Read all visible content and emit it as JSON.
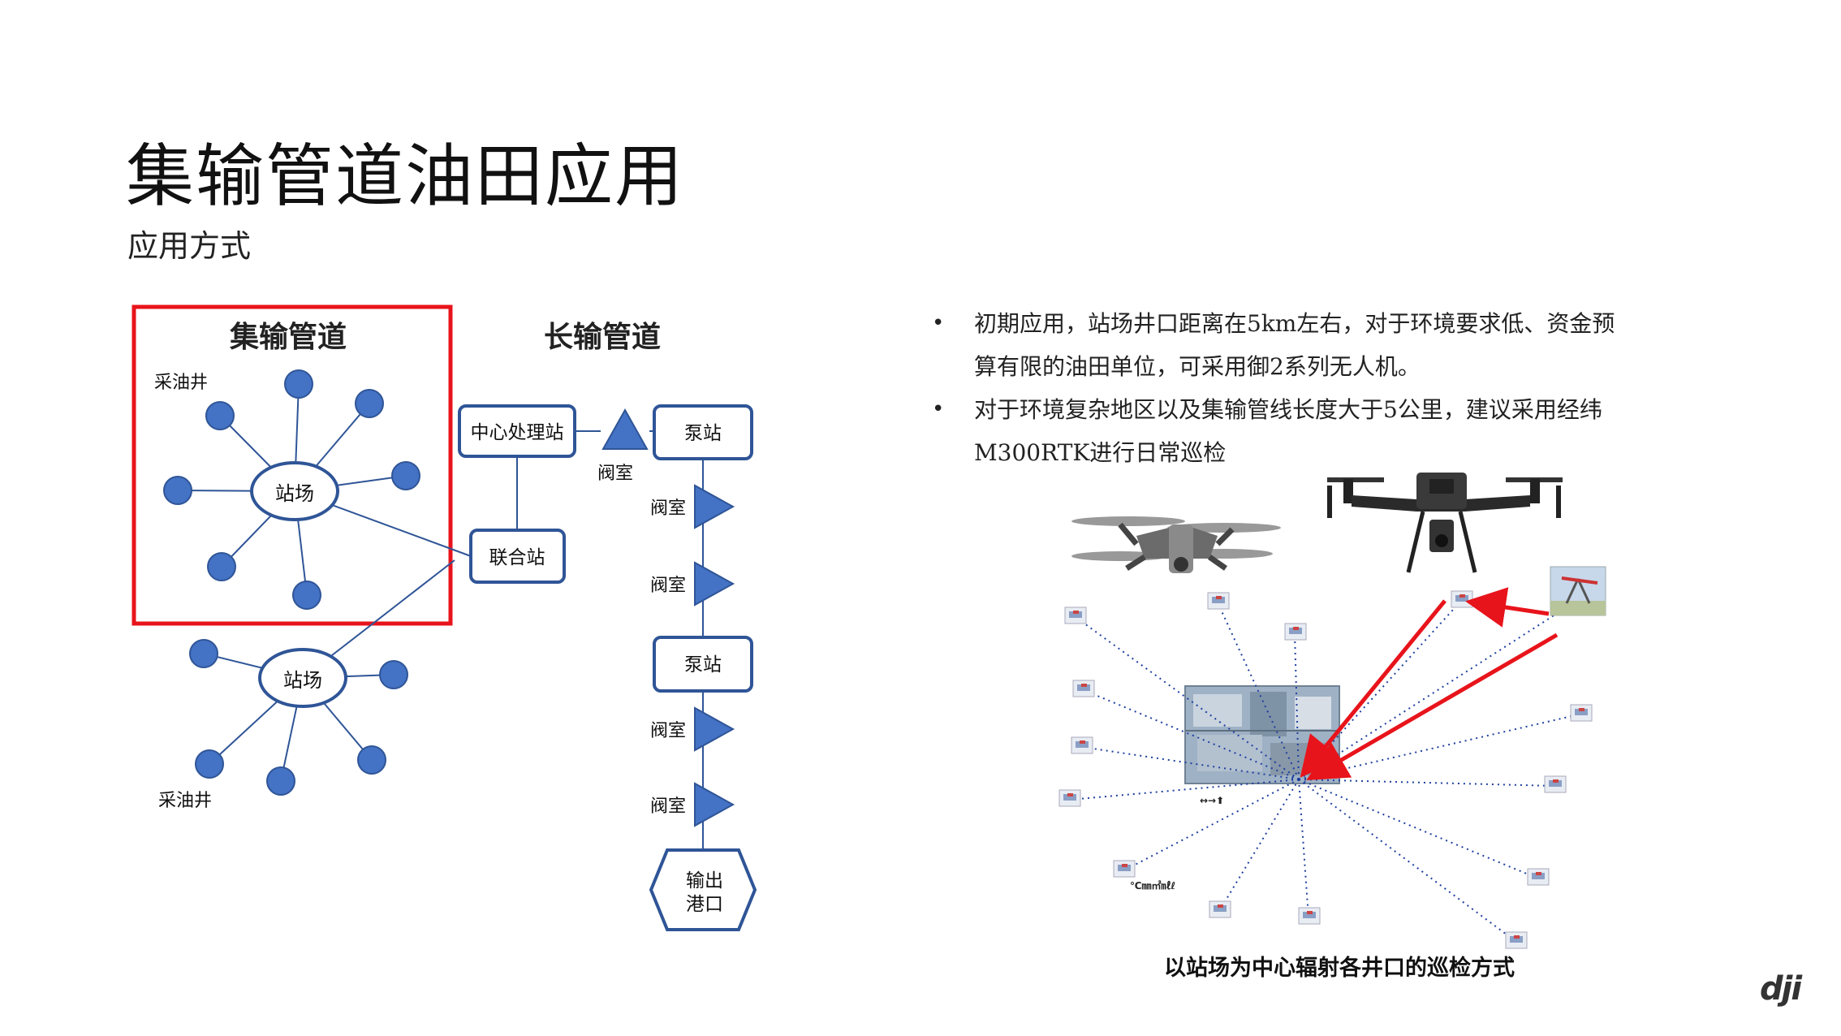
{
  "title": "集输管道油田应用",
  "subtitle": "应用方式",
  "left_diagram": {
    "gathering_title": "集输管道",
    "long_title": "长输管道",
    "well_label_top": "采油井",
    "well_label_bottom": "采油井",
    "station_top": "站场",
    "station_bottom": "站场",
    "central_station": "中心处理站",
    "joint_station": "联合站",
    "pump_station_1": "泵站",
    "pump_station_2": "泵站",
    "valve_top": "阀室",
    "valve_1": "阀室",
    "valve_2": "阀室",
    "valve_3": "阀室",
    "valve_4": "阀室",
    "port_line1": "输出",
    "port_line2": "港口",
    "highlight_color": "#e8141b",
    "node_color": "#4472c4",
    "line_color": "#2f5597"
  },
  "bullets": [
    {
      "line1": "初期应用，站场井口距离在5km左右，对于环境要求低、资金预",
      "line2": "算有限的油田单位，可采用御2系列无人机。"
    },
    {
      "line1": "对于环境复杂地区以及集输管线长度大于5公里，建议采用经纬",
      "line2": "M300RTK进行日常巡检"
    }
  ],
  "right_diagram": {
    "caption": "以站场为中心辐射各井口的巡检方式",
    "tiny_label_1": "↔→⬆",
    "tiny_label_2": "℃㎜㎡㎖ℓ",
    "drone_left": "mavic-drone-icon",
    "drone_right": "m300-drone-icon",
    "arrow_color": "#e8141b",
    "ray_color": "#1f3fa0"
  },
  "logo": "dji"
}
